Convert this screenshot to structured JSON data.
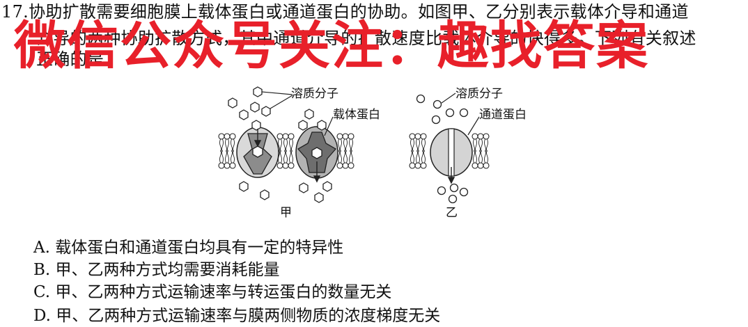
{
  "question": {
    "line1": "17.协助扩散需要细胞膜上载体蛋白或通道蛋白的协助。如图甲、乙分别表示载体介导和通道",
    "line2": "介导的两种协助扩散方式，其中通道介导的扩散速度比载体介导的快得多。下列有关叙述",
    "line3": "正确的是"
  },
  "watermark": "微信公众号关注：趣找答案",
  "figure": {
    "left_solute_label": "溶质分子",
    "carrier_label": "载体蛋白",
    "right_solute_label": "溶质分子",
    "channel_label": "通道蛋白",
    "panel_a": "甲",
    "panel_b": "乙"
  },
  "options": [
    {
      "text": "A. 载体蛋白和通道蛋白均具有一定的特异性"
    },
    {
      "text": "B. 甲、乙两种方式均需要消耗能量"
    },
    {
      "text": "C. 甲、乙两种方式运输速率与转运蛋白的数量无关"
    },
    {
      "text": "D. 甲、乙两种方式运输速率与膜两侧物质的浓度梯度无关"
    }
  ]
}
